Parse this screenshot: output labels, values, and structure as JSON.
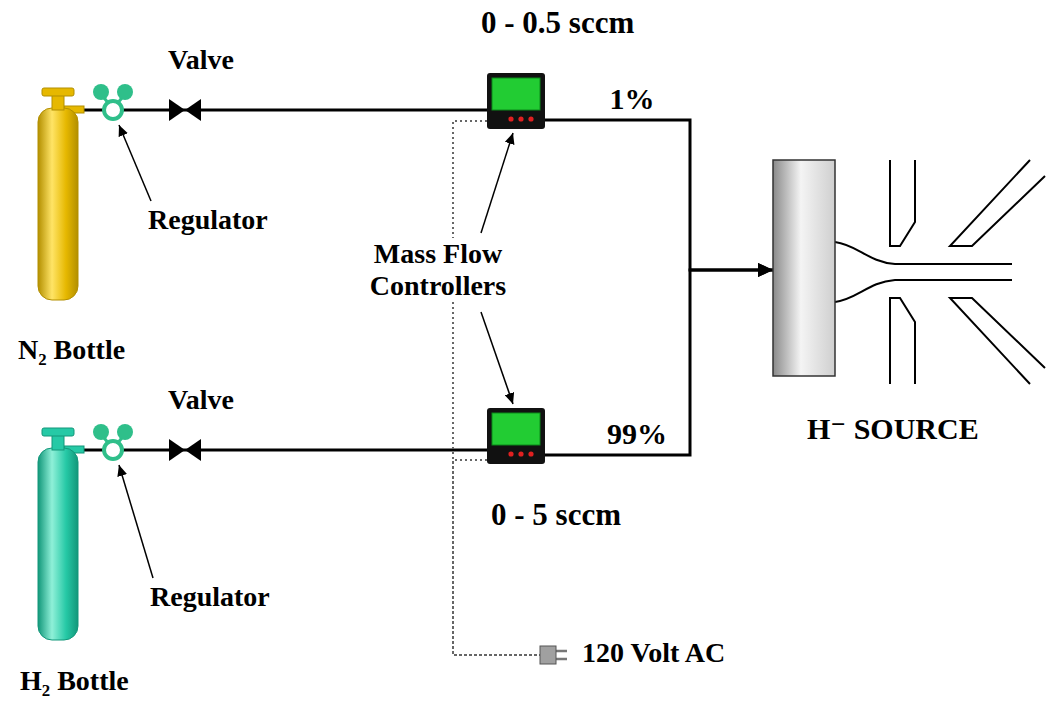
{
  "diagram": {
    "nodes": [
      {
        "text": [
          "N₂ Bottle"
        ]
      },
      {
        "text": [
          "0 - 0.5 sccm"
        ]
      },
      {
        "text": [
          "H₂ Bottle"
        ]
      },
      {
        "text": [
          "0 - 5 sccm"
        ]
      },
      {
        "text": [
          "H⁻ SOURCE"
        ]
      },
      {
        "text": [
          "120 Volt AC"
        ]
      }
    ],
    "edges": [
      {
        "from": 0,
        "to": 1,
        "arrow": "none"
      },
      {
        "from": 1,
        "to": 4,
        "arrow": "to",
        "label": "1%"
      },
      {
        "from": 2,
        "to": 3,
        "arrow": "none"
      },
      {
        "from": 3,
        "to": 4,
        "arrow": "to",
        "label": "99%"
      },
      {
        "from": 1,
        "to": 5,
        "arrow": "none"
      },
      {
        "from": 3,
        "to": 5,
        "arrow": "none"
      }
    ],
    "labels": [
      "Valve",
      "Regulator",
      "Mass Flow Controllers",
      "Valve",
      "Regulator"
    ]
  }
}
